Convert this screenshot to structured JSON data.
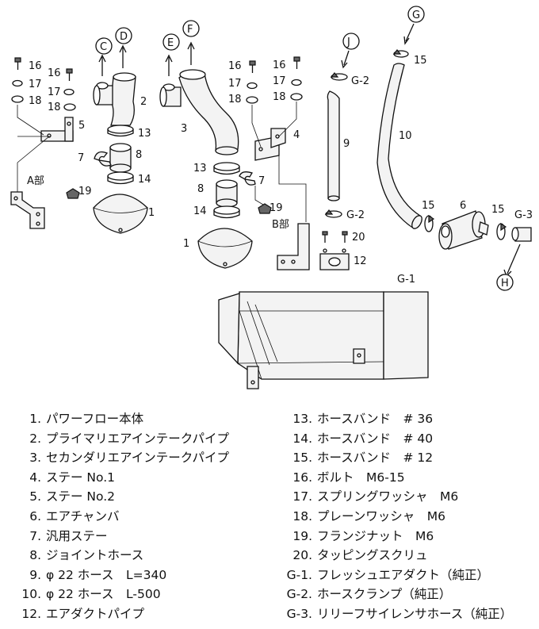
{
  "callouts": {
    "C": "C",
    "D": "D",
    "E": "E",
    "F": "F",
    "G": "G",
    "H": "H",
    "J": "J"
  },
  "labels": {
    "p16a": "16",
    "p17a": "17",
    "p18a": "18",
    "p16b": "16",
    "p17b": "17",
    "p18b": "18",
    "p16c": "16",
    "p17c": "17",
    "p18c": "18",
    "p16d": "16",
    "p17d": "17",
    "p18d": "18",
    "p2": "2",
    "p3": "3",
    "p4": "4",
    "p5": "5",
    "p7a": "7",
    "p7b": "7",
    "p8a": "8",
    "p8b": "8",
    "p13a": "13",
    "p13b": "13",
    "p14a": "14",
    "p14b": "14",
    "p19a": "19",
    "p19b": "19",
    "p1a": "1",
    "p1b": "1",
    "p9": "9",
    "p10": "10",
    "p6": "6",
    "p12": "12",
    "p20": "20",
    "p15a": "15",
    "p15b": "15",
    "p15c": "15",
    "g1": "G-1",
    "g2a": "G-2",
    "g2b": "G-2",
    "g3": "G-3",
    "a_part": "A部",
    "b_part": "B部"
  },
  "legend_left": [
    {
      "num": "1.",
      "text": "パワーフロー本体"
    },
    {
      "num": "2.",
      "text": "プライマリエアインテークパイプ"
    },
    {
      "num": "3.",
      "text": "セカンダリエアインテークパイプ"
    },
    {
      "num": "4.",
      "text": "ステー No.1"
    },
    {
      "num": "5.",
      "text": "ステー No.2"
    },
    {
      "num": "6.",
      "text": "エアチャンバ"
    },
    {
      "num": "7.",
      "text": "汎用ステー"
    },
    {
      "num": "8.",
      "text": "ジョイントホース"
    },
    {
      "num": "9.",
      "text": "φ 22 ホース　L=340"
    },
    {
      "num": "10.",
      "text": "φ 22 ホース　L-500"
    },
    {
      "num": "12.",
      "text": "エアダクトパイプ"
    }
  ],
  "legend_right": [
    {
      "num": "13.",
      "text": "ホースバンド　# 36"
    },
    {
      "num": "14.",
      "text": "ホースバンド　# 40"
    },
    {
      "num": "15.",
      "text": "ホースバンド　# 12"
    },
    {
      "num": "16.",
      "text": "ボルト　M6-15"
    },
    {
      "num": "17.",
      "text": "スプリングワッシャ　M6"
    },
    {
      "num": "18.",
      "text": "プレーンワッシャ　M6"
    },
    {
      "num": "19.",
      "text": "フランジナット　M6"
    },
    {
      "num": "20.",
      "text": "タッピングスクリュ"
    },
    {
      "num": "G-1.",
      "text": "フレッシュエアダクト（純正）"
    },
    {
      "num": "G-2.",
      "text": "ホースクランプ（純正）"
    },
    {
      "num": "G-3.",
      "text": "リリーフサイレンサホース（純正）"
    }
  ]
}
